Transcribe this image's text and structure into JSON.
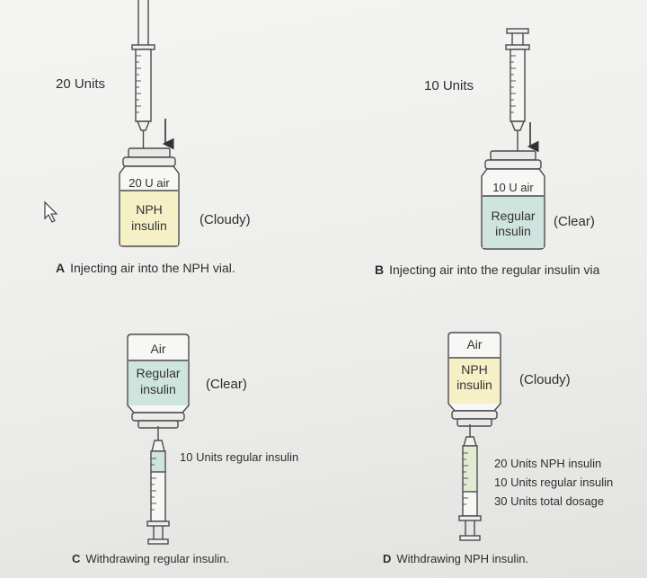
{
  "panels": {
    "A": {
      "units_label": "20 Units",
      "vial_air_label": "20 U air",
      "vial_drug_label_line1": "NPH",
      "vial_drug_label_line2": "insulin",
      "appearance": "(Cloudy)",
      "caption_letter": "A",
      "caption_text": "Injecting air into the NPH vial."
    },
    "B": {
      "units_label": "10 Units",
      "vial_air_label": "10 U air",
      "vial_drug_label_line1": "Regular",
      "vial_drug_label_line2": "insulin",
      "appearance": "(Clear)",
      "caption_letter": "B",
      "caption_text": "Injecting air into the regular insulin via"
    },
    "C": {
      "vial_air_label": "Air",
      "vial_drug_label_line1": "Regular",
      "vial_drug_label_line2": "insulin",
      "appearance": "(Clear)",
      "dose_label": "10 Units regular insulin",
      "caption_letter": "C",
      "caption_text": "Withdrawing regular insulin."
    },
    "D": {
      "vial_air_label": "Air",
      "vial_drug_label_line1": "NPH",
      "vial_drug_label_line2": "insulin",
      "appearance": "(Cloudy)",
      "dose_lines": [
        "20 Units NPH insulin",
        "10 Units regular insulin",
        "30 Units total dosage"
      ],
      "caption_letter": "D",
      "caption_text": "Withdrawing NPH insulin."
    }
  },
  "colors": {
    "nph_insulin": "#f6f0c6",
    "regular_insulin": "#cfe4df",
    "outline": "#4a4a4a"
  }
}
